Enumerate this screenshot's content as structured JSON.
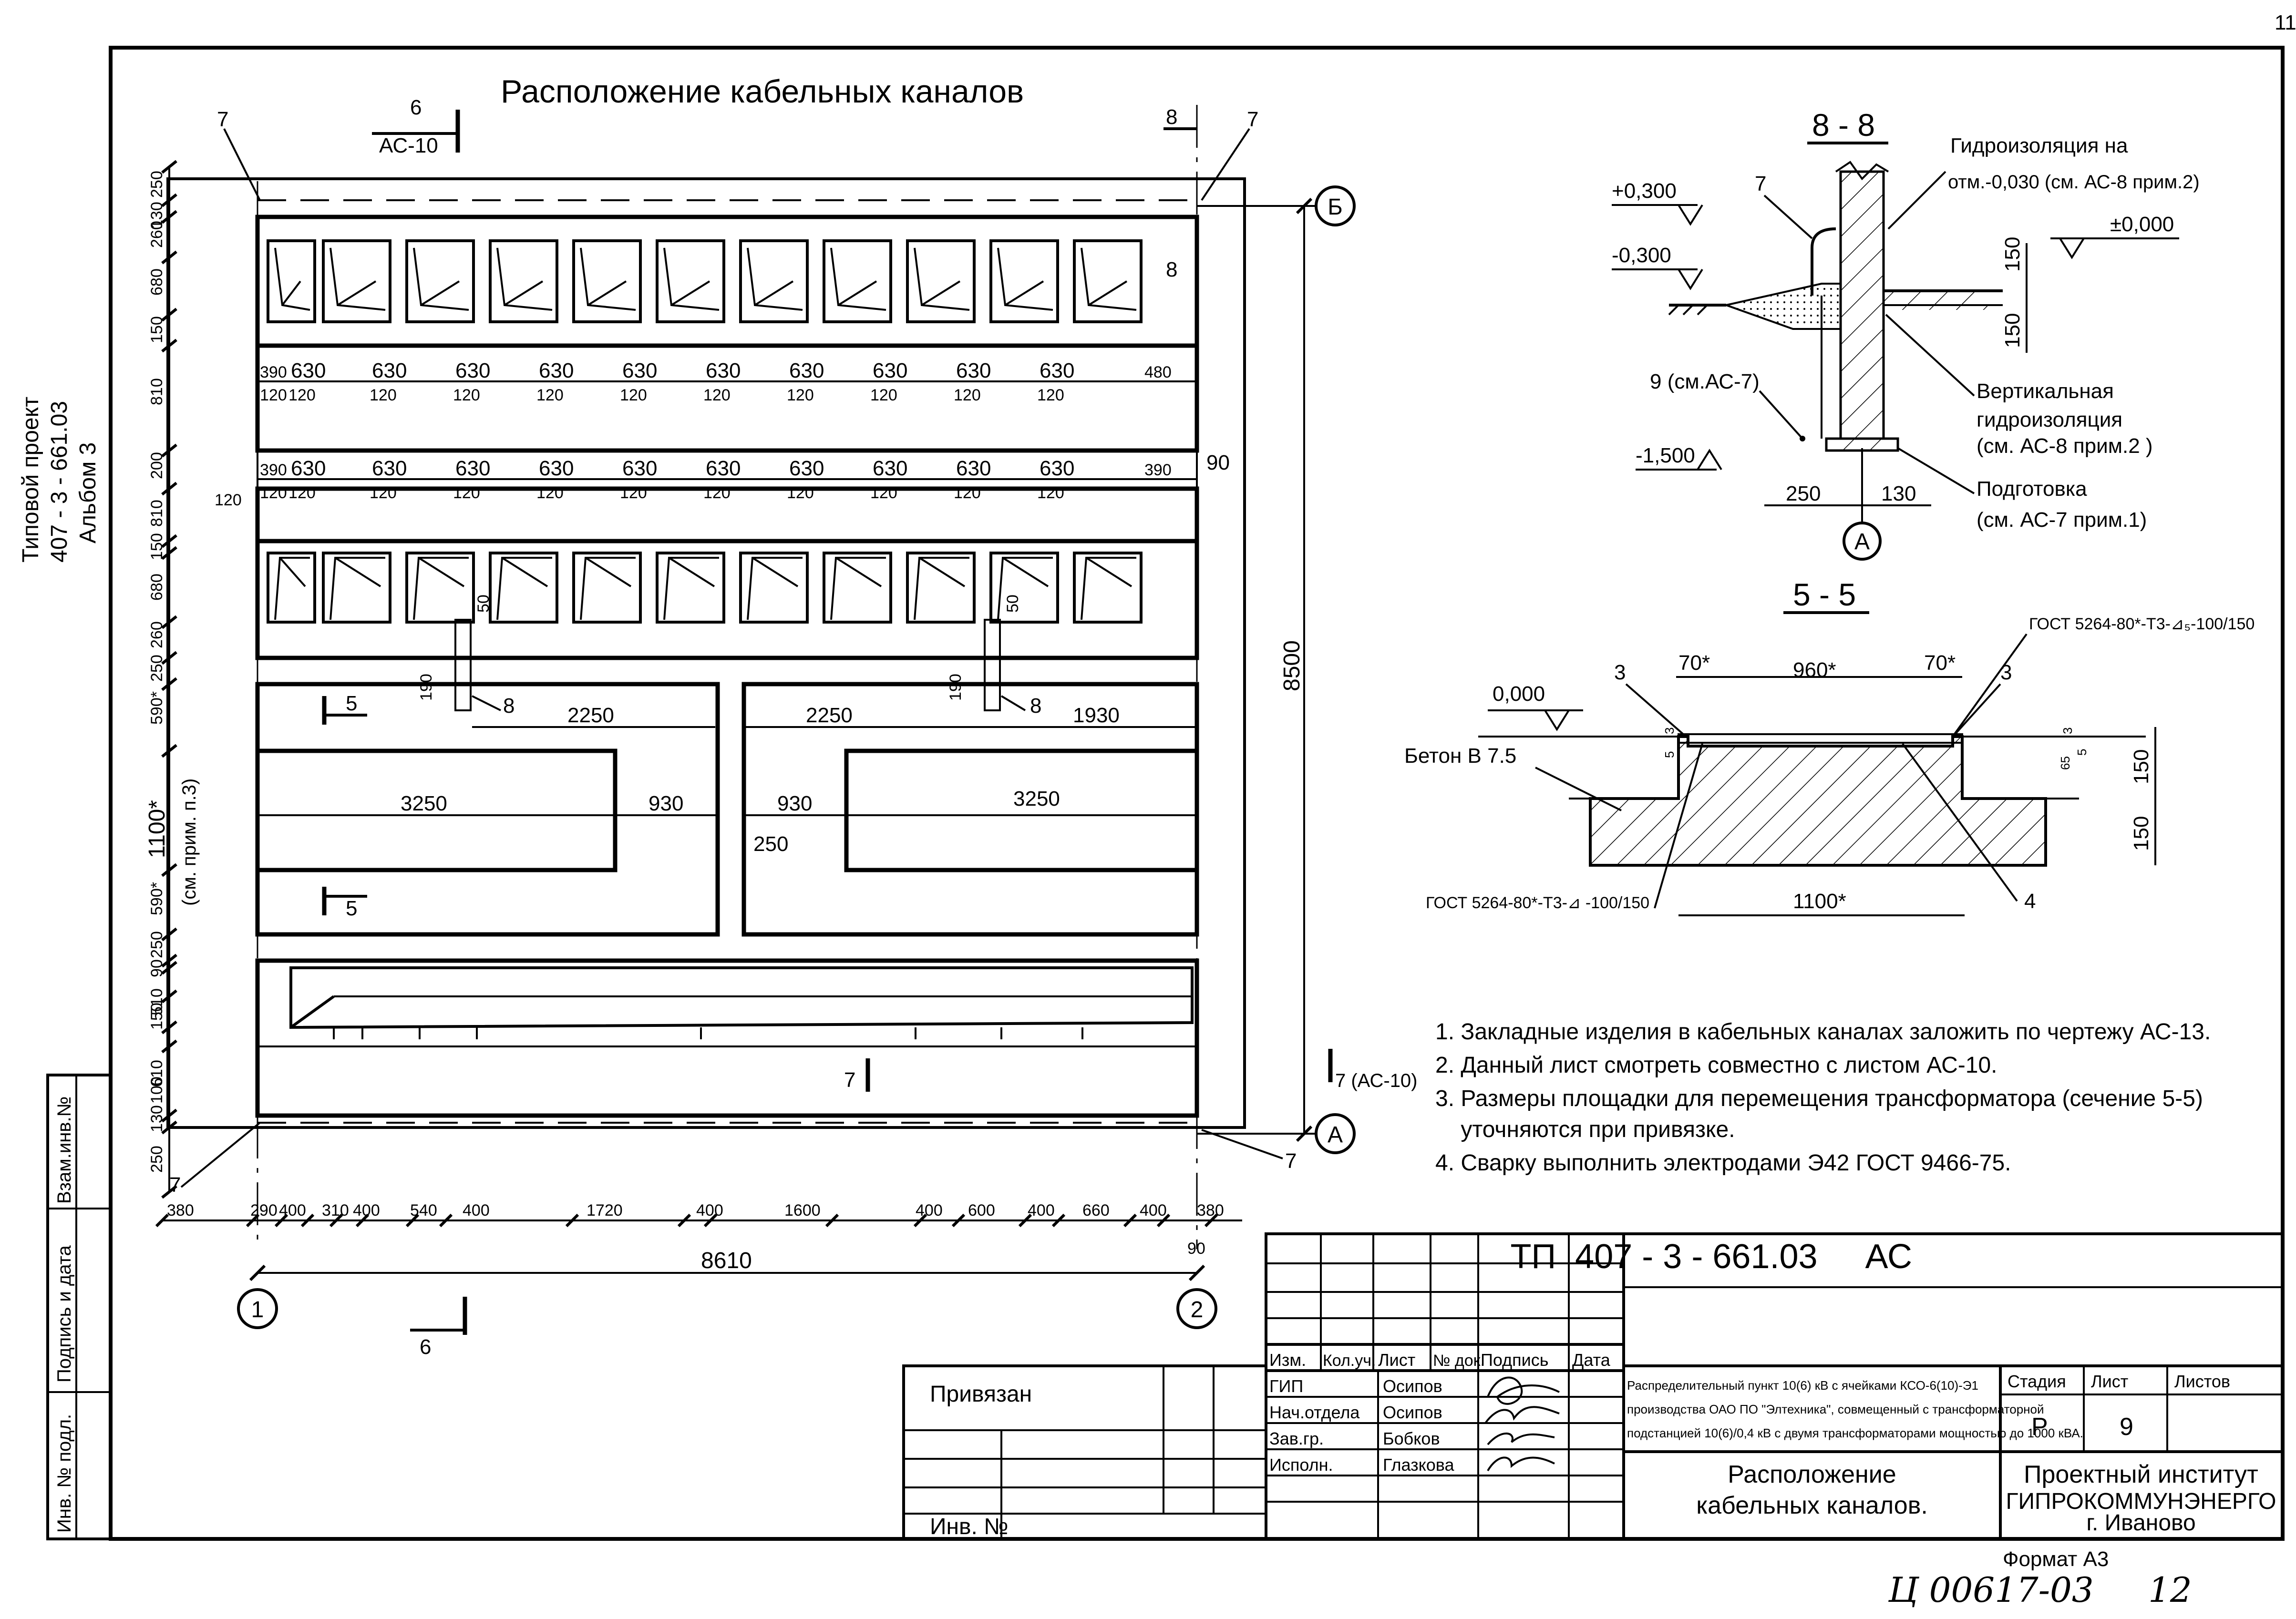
{
  "page_number": "11",
  "side_label": [
    "Типовой проект",
    "407 - 3 - 661.03",
    "Альбом 3"
  ],
  "title": "Расположение кабельных каналов",
  "plan": {
    "section_marks": [
      "6",
      "АС-10",
      "8",
      "7",
      "5",
      "7 (АС-10)"
    ],
    "axes": [
      "А",
      "Б",
      "1",
      "2"
    ],
    "callouts": [
      "7",
      "8",
      "50",
      "190"
    ],
    "overall_width": "8610",
    "overall_height": "8500",
    "left_dims": [
      "250",
      "130",
      "260",
      "680",
      "150",
      "810",
      "200",
      "810",
      "150",
      "680",
      "260",
      "250",
      "590*",
      "1100*",
      "590*",
      "250",
      "90",
      "510",
      "150",
      "610",
      "100",
      "130",
      "250"
    ],
    "left_note": "(см. прим. п.3)",
    "bottom_dims": [
      "380",
      "290",
      "400",
      "310",
      "400",
      "540",
      "400",
      "1720",
      "400",
      "1600",
      "400",
      "600",
      "400",
      "660",
      "400",
      "380",
      "90"
    ],
    "row_dims_top": [
      "390",
      "630",
      "630",
      "630",
      "630",
      "630",
      "630",
      "630",
      "630",
      "630",
      "630",
      "480"
    ],
    "row_dims_mid": [
      "390",
      "630",
      "630",
      "630",
      "630",
      "630",
      "630",
      "630",
      "630",
      "630",
      "630",
      "390"
    ],
    "sub_dim": "120",
    "right_dim": "90",
    "pad_dims": [
      "2250",
      "2250",
      "1930",
      "3250",
      "930",
      "930",
      "3250",
      "250"
    ]
  },
  "section_88": {
    "title": "8 - 8",
    "label_hydro_1": "Гидроизоляция на",
    "label_hydro_2": "отм.-0,030 (см. АС-8 прим.2)",
    "lvl_p300": "+0,300",
    "lvl_m300": "-0,300",
    "lvl_0": "±0,000",
    "lvl_m1500": "-1,500",
    "mark_7": "7",
    "mark_9": "9 (см.АС-7)",
    "dim_150a": "150",
    "dim_150b": "150",
    "dim_250": "250",
    "dim_130": "130",
    "axis": "А",
    "vert_1": "Вертикальная",
    "vert_2": "гидроизоляция",
    "vert_3": "(см. АС-8 прим.2 )",
    "prep_1": "Подготовка",
    "prep_2": "(см. АС-7 прим.1)"
  },
  "section_55": {
    "title": "5 - 5",
    "gost_top": "ГОСТ 5264-80*-Т3-⊿₅-100/150",
    "gost_bottom": "ГОСТ 5264-80*-Т3-⊿ -100/150",
    "lvl_0": "0,000",
    "concrete": "Бетон В 7.5",
    "mark_3a": "3",
    "mark_3b": "3",
    "mark_4": "4",
    "dim_70a": "70*",
    "dim_960": "960*",
    "dim_70b": "70*",
    "dim_1100": "1100*",
    "dim_150a": "150",
    "dim_150b": "150",
    "small_dims": [
      "3",
      "5",
      "3",
      "5",
      "65"
    ]
  },
  "notes": [
    "1. Закладные изделия в кабельных каналах заложить по чертежу АС-13.",
    "2. Данный лист смотреть совместно с листом  АС-10.",
    "3. Размеры площадки для перемещения трансформатора (сечение 5-5)",
    "    уточняются при привязке.",
    "4. Сварку выполнить электродами Э42 ГОСТ 9466-75."
  ],
  "left_strip": [
    "Взам.инв.№",
    "Подпись и дата",
    "Инв. № подл."
  ],
  "title_block": {
    "code": "ТП  407 - 3 - 661.03     АС",
    "privyazan": "Привязан",
    "inv": "Инв. №",
    "headers": [
      "Изм.",
      "Кол.уч.",
      "Лист",
      "№ док.",
      "Подпись",
      "Дата"
    ],
    "roles": [
      "ГИП",
      "Нач.отдела",
      "Зав.гр.",
      "Исполн."
    ],
    "names": [
      "Осипов",
      "Осипов",
      "Бобков",
      "Глазкова"
    ],
    "description": [
      "Распределительный пункт 10(6) кВ с ячейками КСО-6(10)-Э1",
      "производства ОАО ПО \"Элтехника\", совмещенный с трансформаторной",
      "подстанцией 10(6)/0,4 кВ с двумя трансформаторами мощностью до 1000 кВА."
    ],
    "sheet_title": [
      "Расположение",
      "кабельных каналов."
    ],
    "stage_h": "Стадия",
    "sheet_h": "Лист",
    "sheets_h": "Листов",
    "stage": "Р",
    "sheet": "9",
    "org": [
      "Проектный институт",
      "ГИПРОКОММУНЭНЕРГО",
      "г. Иваново"
    ],
    "format": "Формат А3",
    "handwritten": "Ц 00617-03     12"
  }
}
